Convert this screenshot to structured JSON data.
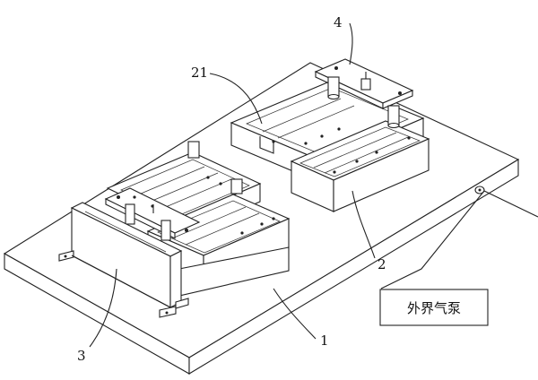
{
  "labels": {
    "base": "1",
    "tray_right": "2",
    "front_plate": "3",
    "clamp_bar": "4",
    "slot": "21"
  },
  "pump_box": {
    "text": "外界气泵"
  }
}
